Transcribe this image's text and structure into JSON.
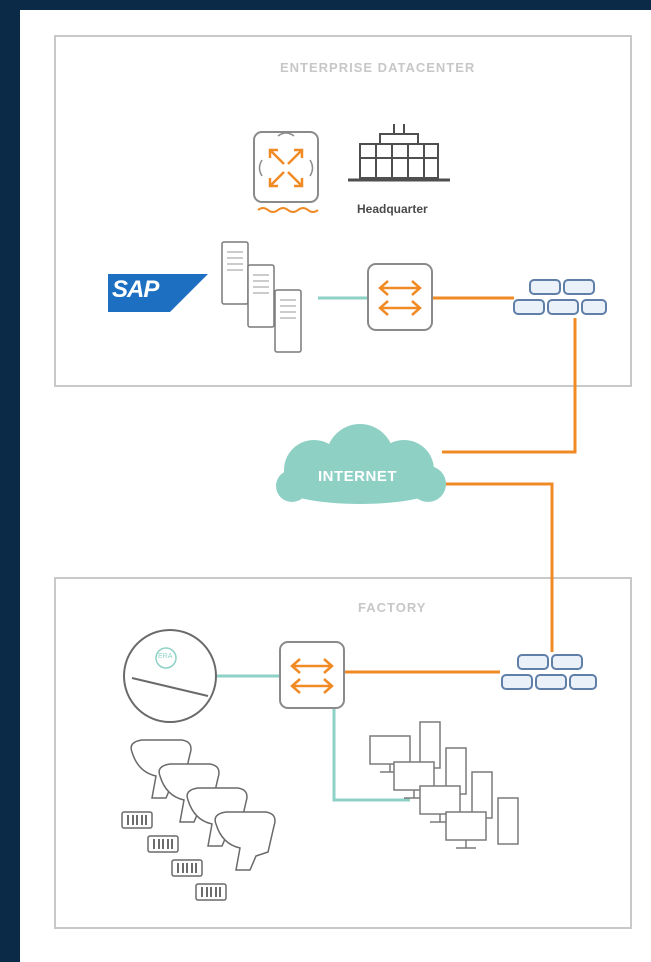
{
  "zones": {
    "datacenter_title": "ENTERPRISE DATACENTER",
    "factory_title": "FACTORY"
  },
  "labels": {
    "headquarter": "Headquarter",
    "internet": "INTERNET",
    "sap": "SAP",
    "access_point_badge": "ERA"
  },
  "colors": {
    "background": "#0b2a47",
    "link_orange": "#f08a24",
    "link_teal": "#8ed1c6",
    "cloud": "#8fd0c5",
    "sap_blue": "#1d6fc1",
    "device_stroke": "#7a7a7a",
    "firewall_stroke": "#5f7fa8"
  },
  "icons": [
    "aruba-controller-icon",
    "building-icon",
    "server-stack-icon",
    "switch-icon",
    "firewall-icon",
    "cloud-icon",
    "access-point-icon",
    "workstation-icon",
    "barcode-scanner-icon"
  ]
}
